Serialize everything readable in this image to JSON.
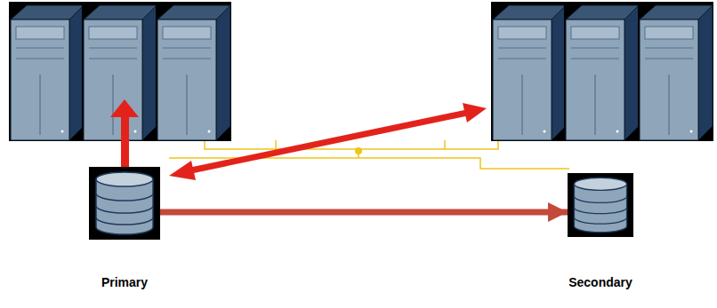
{
  "diagram": {
    "nodes": [
      {
        "text": [
          "Primary"
        ]
      },
      {
        "text": [
          "Secondary"
        ]
      }
    ],
    "edges": [
      {
        "from": 0,
        "to": 1,
        "arrow": "to"
      }
    ]
  }
}
